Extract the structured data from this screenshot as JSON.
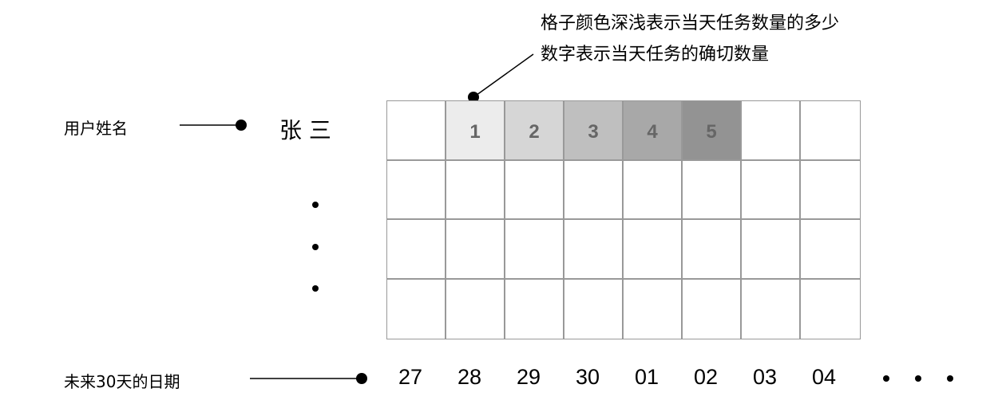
{
  "annotation": {
    "line1": "格子颜色深浅表示当天任务数量的多少",
    "line2": "数字表示当天任务的确切数量"
  },
  "user_label": "用户姓名",
  "user_name": "张 三",
  "date_label": "未来30天的日期",
  "grid": {
    "rows": 4,
    "first_row": [
      {
        "value": "",
        "color": "#ffffff"
      },
      {
        "value": "1",
        "color": "#ececec"
      },
      {
        "value": "2",
        "color": "#d6d6d6"
      },
      {
        "value": "3",
        "color": "#bfbfbf"
      },
      {
        "value": "4",
        "color": "#a8a8a8"
      },
      {
        "value": "5",
        "color": "#939393"
      },
      {
        "value": "",
        "color": "#ffffff"
      },
      {
        "value": "",
        "color": "#ffffff"
      }
    ]
  },
  "dates": [
    "27",
    "28",
    "29",
    "30",
    "01",
    "02",
    "03",
    "04"
  ]
}
